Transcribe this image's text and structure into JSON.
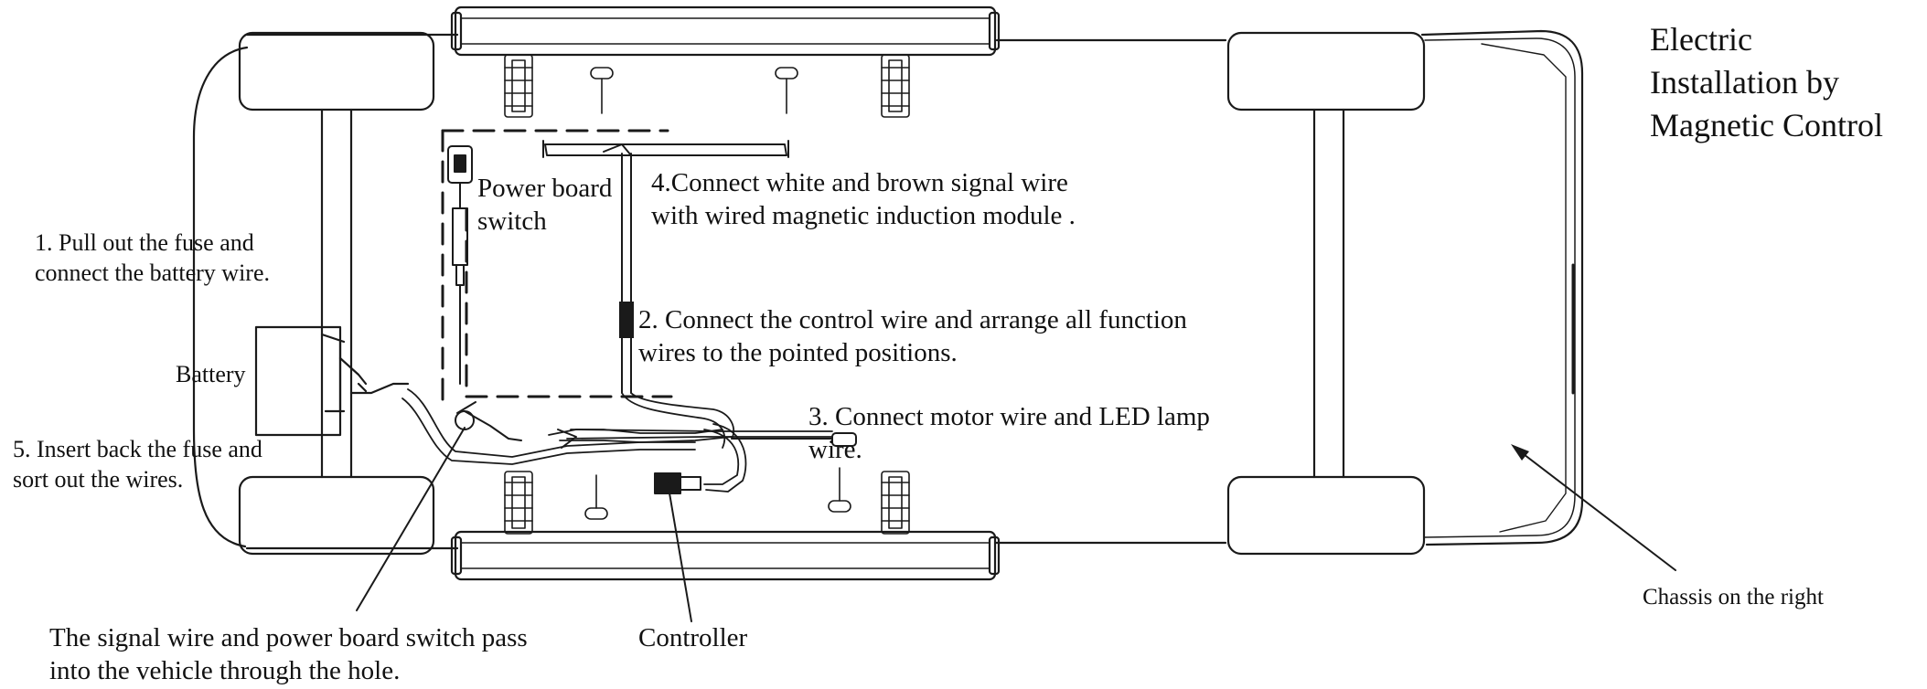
{
  "title": {
    "line1": "Electric",
    "line2": "Installation by",
    "line3": "Magnetic Control"
  },
  "labels": {
    "step1_line1": "1. Pull out the fuse and",
    "step1_line2": "connect the battery wire.",
    "battery": "Battery",
    "power_switch_line1": "Power board",
    "power_switch_line2": "switch",
    "step4_line1": "4.Connect white and brown signal wire",
    "step4_line2": "with wired magnetic induction module .",
    "step2_line1": "2. Connect the control wire and arrange all function",
    "step2_line2": "wires to the pointed positions.",
    "step3_line1": "3. Connect motor wire and LED lamp",
    "step3_line2": "wire.",
    "step5_line1": "5. Insert back the fuse and",
    "step5_line2": "sort out the wires.",
    "hole_note_line1": "The signal wire and power board switch pass",
    "hole_note_line2": "into the vehicle through the hole.",
    "controller": "Controller",
    "chassis": "Chassis on the right"
  },
  "colors": {
    "line": "#1a1a1a",
    "background": "#ffffff"
  }
}
